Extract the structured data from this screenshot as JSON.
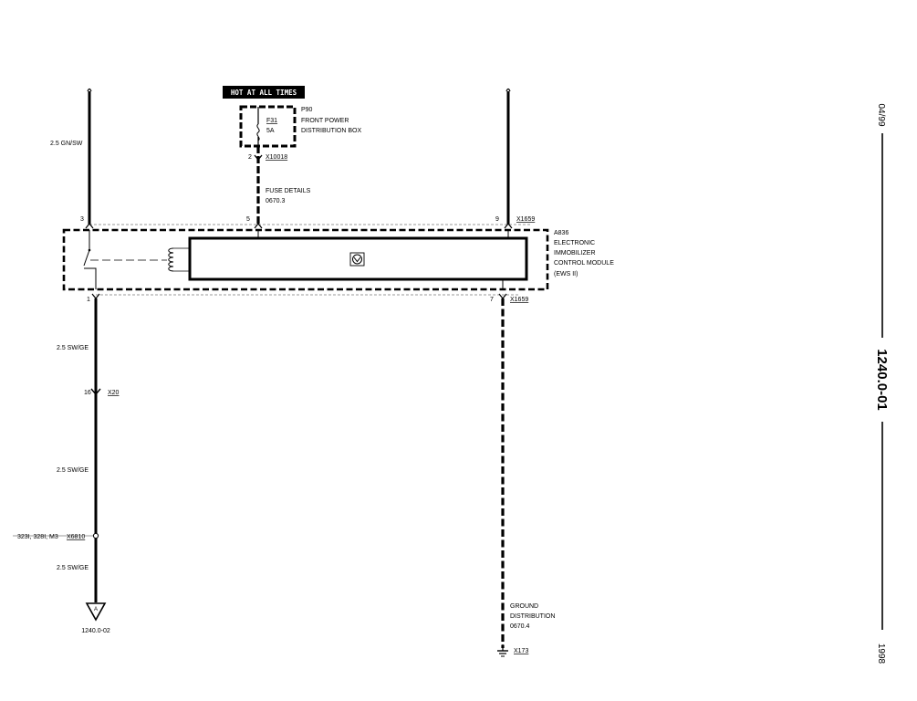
{
  "banner": "HOT AT ALL TIMES",
  "fuse_box": {
    "id": "P90",
    "fuse": "F31",
    "rating": "5A",
    "line1": "FRONT POWER",
    "line2": "DISTRIBUTION BOX",
    "pin": "2",
    "connector": "X10018",
    "details1": "FUSE DETAILS",
    "details2": "0670.3"
  },
  "wires": {
    "left_top": "2.5 GN/SW",
    "left_lower1": "2.5 SW/GE",
    "left_lower2": "2.5 SW/GE",
    "left_lower3": "2.5 SW/GE"
  },
  "module": {
    "id": "A836",
    "line1": "ELECTRONIC",
    "line2": "IMMOBILIZER",
    "line3": "CONTROL MODULE",
    "line4": "(EWS II)",
    "pin_top_left": "3",
    "pin_top_mid": "5",
    "pin_top_right": "9",
    "conn_top_right": "X1659",
    "pin_bottom_left": "1",
    "pin_bottom_right": "7",
    "conn_bottom_right": "X1659"
  },
  "x20": {
    "pin": "16",
    "connector": "X20"
  },
  "x6810": {
    "models": "323I, 328I, M3",
    "connector": "X6810"
  },
  "ref_arrow": {
    "letter": "A",
    "ref": "1240.0-02"
  },
  "ground": {
    "line1": "GROUND",
    "line2": "DISTRIBUTION",
    "line3": "0670.4",
    "connector": "X173"
  },
  "side": {
    "date": "04/99",
    "page": "1240.0-01",
    "year": "1998"
  }
}
